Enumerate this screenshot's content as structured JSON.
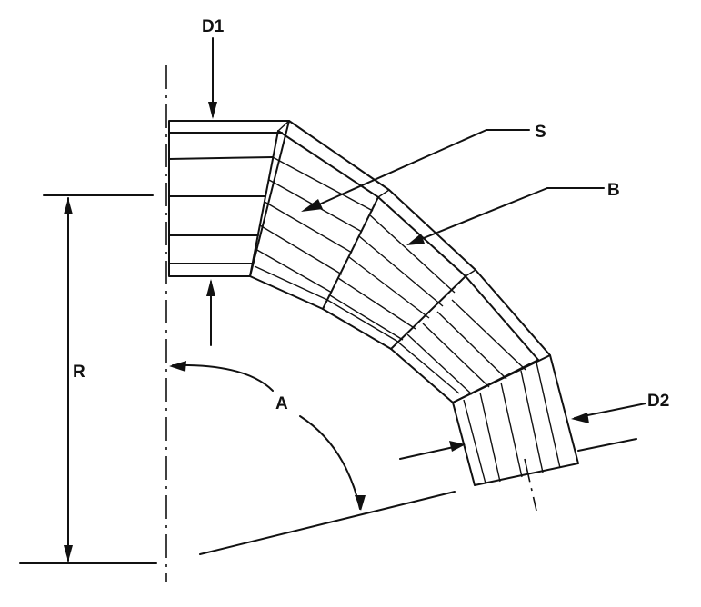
{
  "labels": {
    "d1": "D1",
    "d2": "D2",
    "s": "S",
    "b": "B",
    "r": "R",
    "a": "A"
  }
}
